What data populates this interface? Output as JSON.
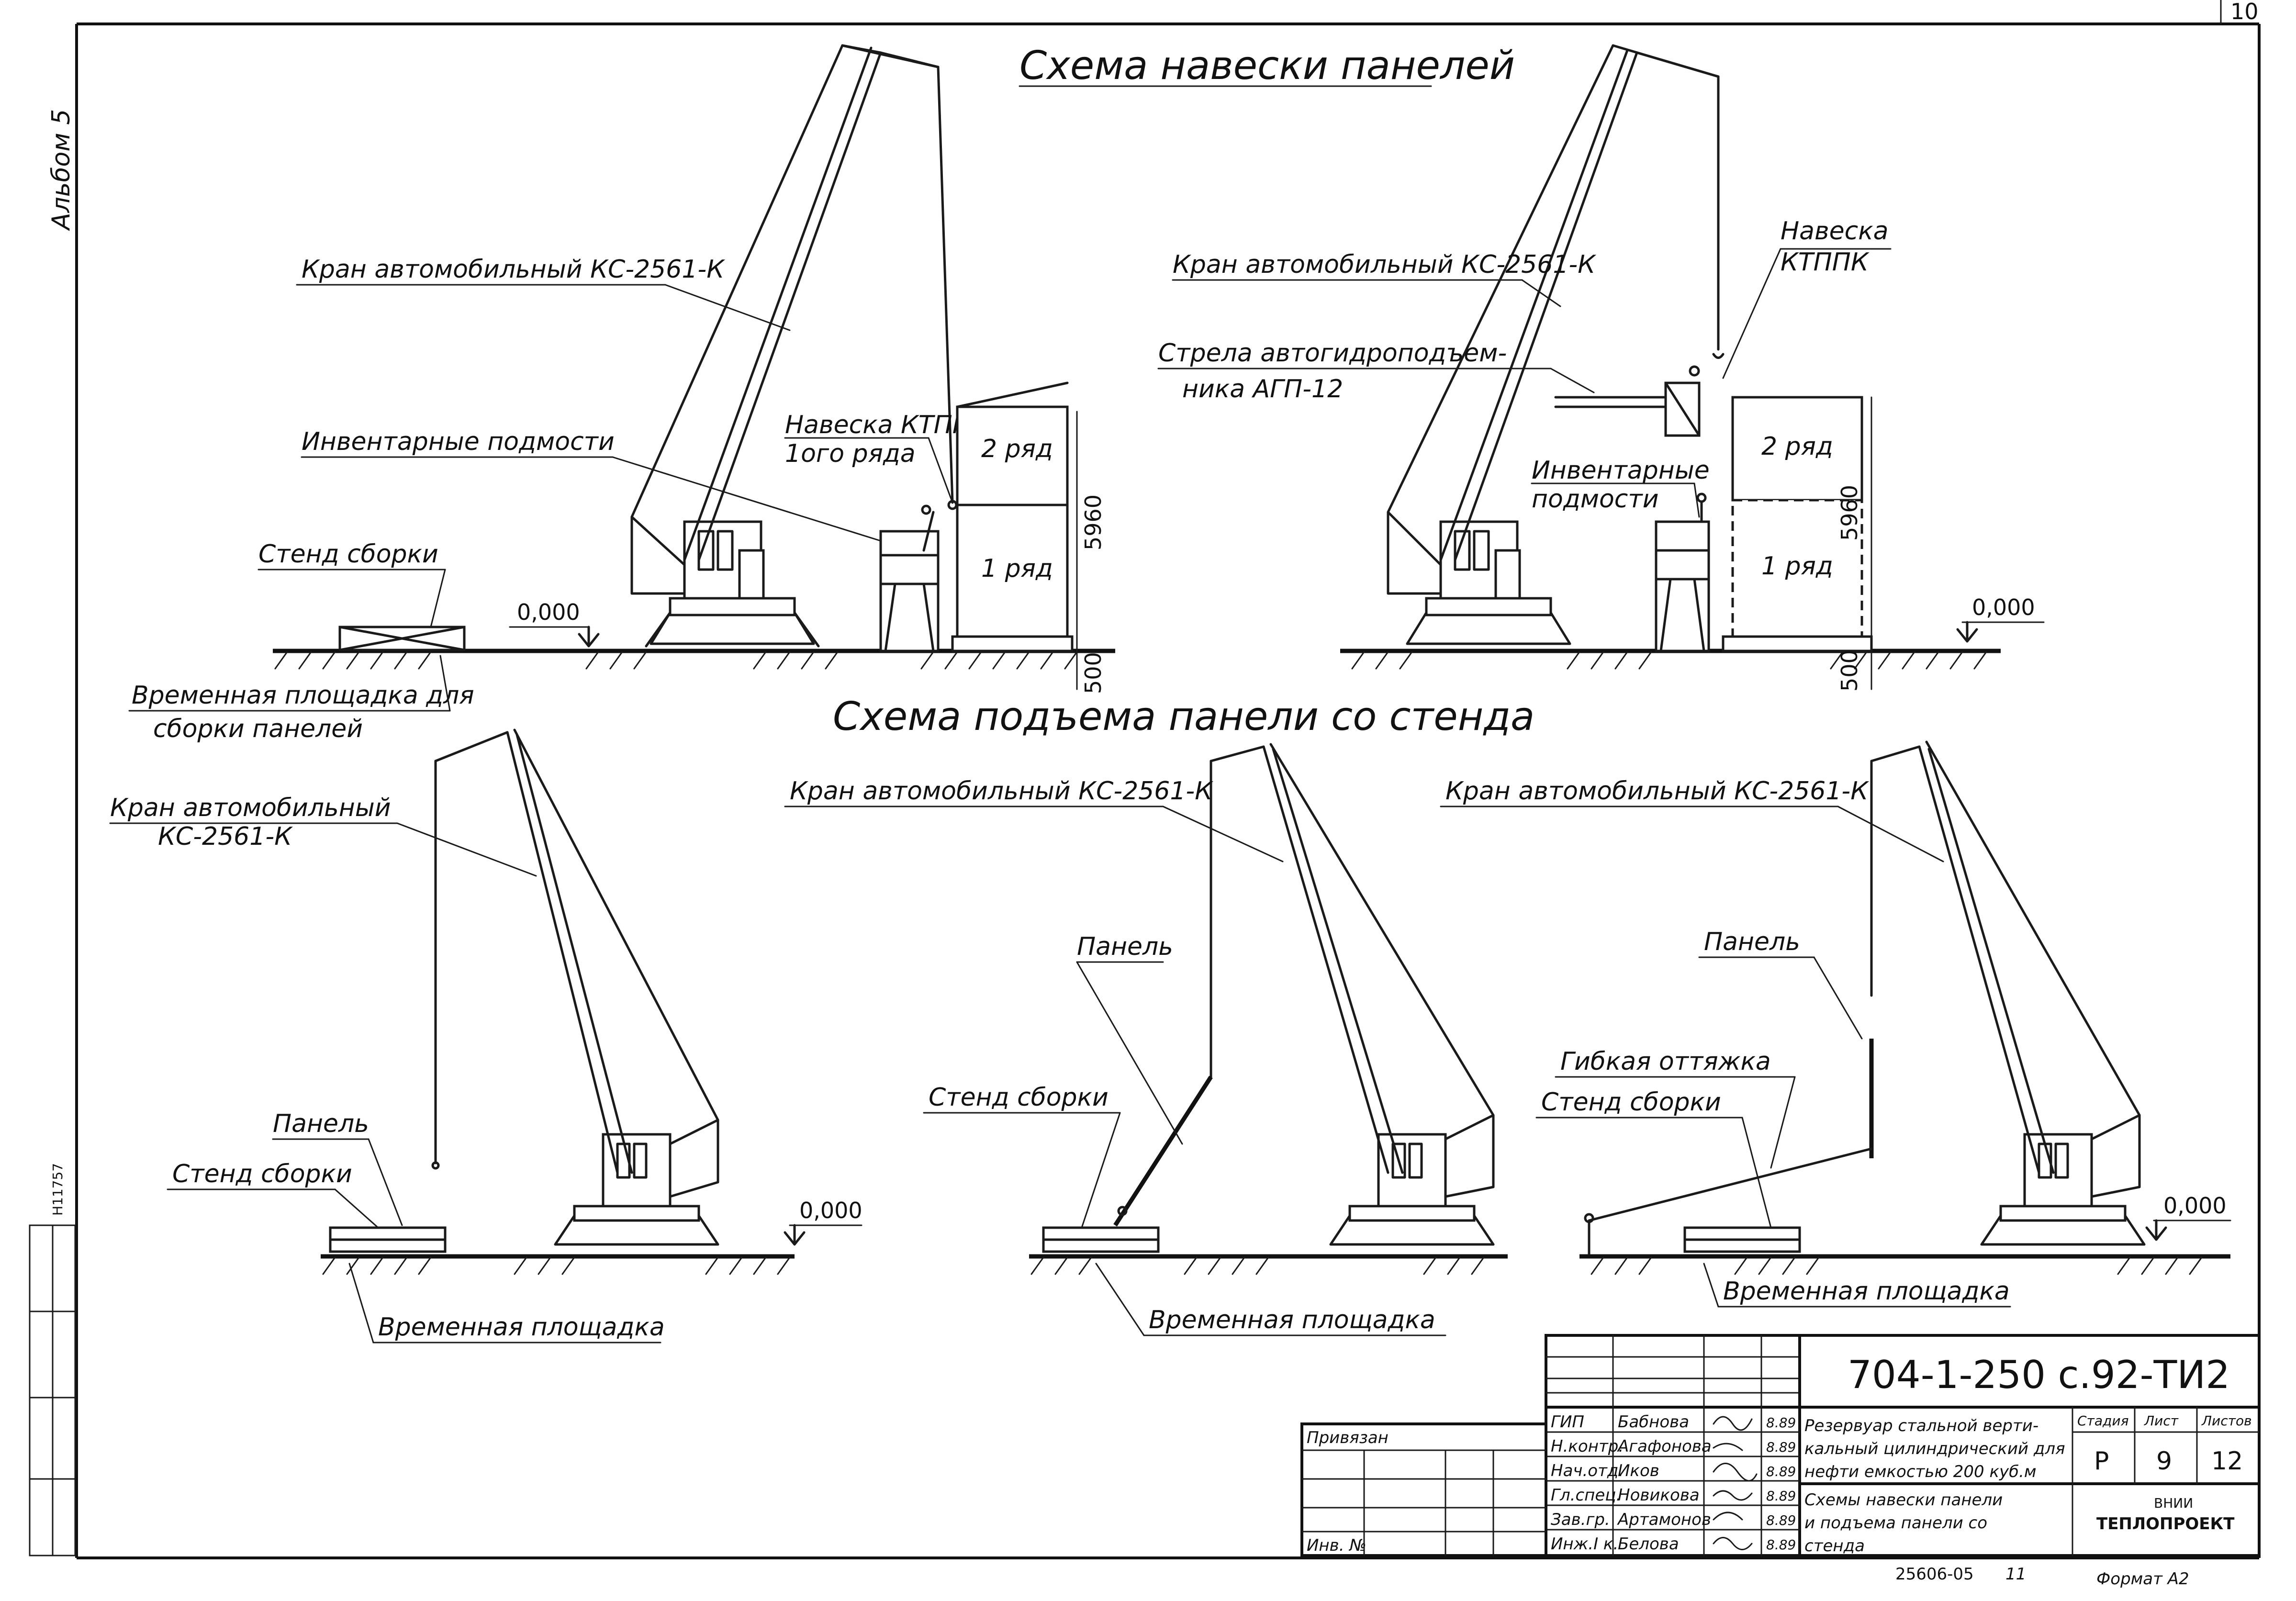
{
  "side_text": {
    "album": "Альбом 5",
    "inv_number": "Н11757"
  },
  "scheme1": {
    "title": "Схема навески панелей",
    "crane_left": "Кран автомобильный КС-2561-К",
    "scaffold_left": "Инвентарные подмости",
    "ktpp_left_line1": "Навеска КТПП",
    "ktpp_left_line2": "1ого ряда",
    "row2": "2 ряд",
    "row1": "1 ряд",
    "height_dim": "5960",
    "base_dim": "500",
    "assembly_stand": "Стенд сборки",
    "zero_level": "0,000",
    "temp_platform_line1": "Временная площадка для",
    "temp_platform_line2": "сборки панелей",
    "crane_right": "Кран автомобильный КС-2561-К",
    "ktppk_line1": "Навеска",
    "ktppk_line2": "КТППК",
    "agp_line1": "Стрела автогидроподъем-",
    "agp_line2": "ника АГП-12",
    "scaffold_right_line1": "Инвентарные",
    "scaffold_right_line2": "подмости",
    "row2_right": "2 ряд",
    "row1_right": "1 ряд",
    "height_dim_right": "5960",
    "base_dim_right": "500",
    "zero_level_right": "0,000"
  },
  "scheme2": {
    "title": "Схема подъема панели со стенда",
    "crane_a_line1": "Кран автомобильный",
    "crane_a_line2": "КС-2561-К",
    "panel_a": "Панель",
    "stand_a": "Стенд сборки",
    "platform_a": "Временная площадка",
    "zero_a": "0,000",
    "crane_b": "Кран автомобильный КС-2561-К",
    "panel_b": "Панель",
    "stand_b": "Стенд сборки",
    "platform_b": "Временная площадка",
    "crane_c": "Кран автомобильный КС-2561-К",
    "panel_c": "Панель",
    "flex_brace": "Гибкая оттяжка",
    "stand_c": "Стенд сборки",
    "platform_c": "Временная площадка",
    "zero_c": "0,000"
  },
  "title_block": {
    "doc_code": "704-1-250 с.92-ТИ2",
    "attached": "Привязан",
    "inv_no": "Инв. №",
    "roles": [
      "ГИП",
      "Н.контр.",
      "Нач.отд.",
      "Гл.спец.",
      "Зав.гр.",
      "Инж.I к."
    ],
    "names": [
      "Бабнова",
      "Агафонова",
      "Иков",
      "Новикова",
      "Артамонов",
      "Белова"
    ],
    "dates": [
      "8.89",
      "8.89",
      "8.89",
      "8.89",
      "8.89",
      "8.89"
    ],
    "project_line1": "Резервуар стальной верти-",
    "project_line2": "кальный цилиндрический для",
    "project_line3": "нефти емкостью 200 куб.м",
    "sheet_title_line1": "Схемы навески панели",
    "sheet_title_line2": "и подъема панели со",
    "sheet_title_line3": "стенда",
    "col_stage": "Стадия",
    "col_sheet": "Лист",
    "col_sheets": "Листов",
    "stage": "Р",
    "sheet": "9",
    "sheets": "12",
    "org_line1": "ВНИИ",
    "org_line2": "ТЕПЛОПРОЕКТ",
    "order_no": "25606-05",
    "copy_no": "11",
    "format": "Формат А2",
    "page_corner": "10"
  }
}
